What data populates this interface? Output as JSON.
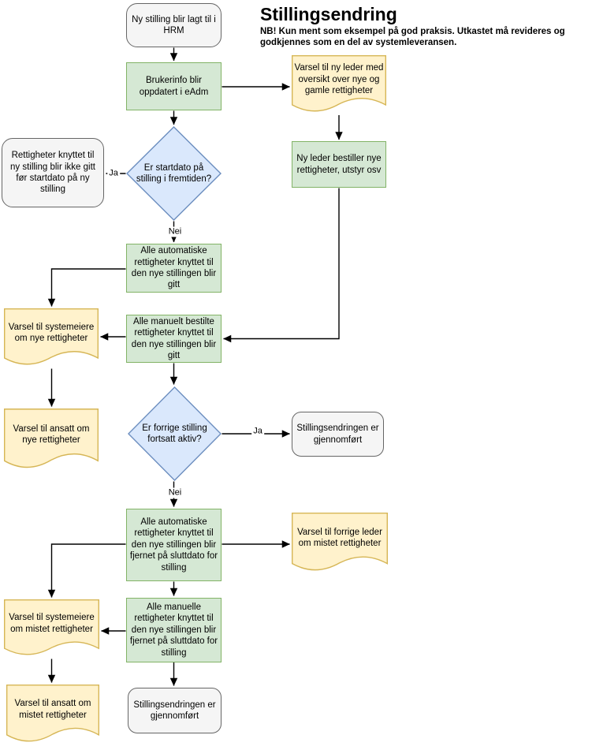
{
  "header": {
    "title": "Stillingsendring",
    "note_line1": "NB! Kun ment som eksempel på god praksis. Utkastet må revideres og",
    "note_line2": "godkjennes som en del av systemleveransen."
  },
  "nodes": {
    "start": {
      "type": "terminator",
      "label": "Ny stilling blir lagt til i HRM"
    },
    "brukerinfo": {
      "type": "process",
      "label": "Brukerinfo blir oppdatert i eAdm"
    },
    "varsel_ny_leder": {
      "type": "document",
      "label": "Varsel til ny leder med oversikt over nye og gamle rettigheter"
    },
    "ny_leder_bestiller": {
      "type": "process",
      "label": "Ny leder bestiller nye rettigheter, utstyr osv"
    },
    "decision_startdato": {
      "type": "decision",
      "label": "Er startdato på stilling i fremtiden?"
    },
    "rettigheter_ikke_gitt": {
      "type": "terminator",
      "label": "Rettigheter knyttet til ny stilling blir ikke gitt før startdato på ny stilling"
    },
    "auto_gitt": {
      "type": "process",
      "label": "Alle automatiske rettigheter knyttet til den nye stillingen blir gitt"
    },
    "manuelt_gitt": {
      "type": "process",
      "label": "Alle manuelt bestilte rettigheter knyttet til den nye stillingen blir gitt"
    },
    "varsel_systemeiere_nye": {
      "type": "document",
      "label": "Varsel til systemeiere om nye rettigheter"
    },
    "varsel_ansatt_nye": {
      "type": "document",
      "label": "Varsel til ansatt om nye rettigheter"
    },
    "decision_forrige": {
      "type": "decision",
      "label": "Er forrige stilling fortsatt aktiv?"
    },
    "gjennomfort_1": {
      "type": "terminator",
      "label": "Stillingsendringen er gjennomført"
    },
    "auto_fjernet": {
      "type": "process",
      "label": "Alle automatiske rettigheter knyttet til den nye stillingen blir fjernet på sluttdato for stilling"
    },
    "varsel_forrige_leder": {
      "type": "document",
      "label": "Varsel til forrige leder om mistet rettigheter"
    },
    "manuelle_fjernet": {
      "type": "process",
      "label": "Alle manuelle rettigheter knyttet til den nye stillingen blir fjernet på sluttdato for stilling"
    },
    "varsel_systemeiere_mistet": {
      "type": "document",
      "label": "Varsel til systemeiere om mistet rettigheter"
    },
    "varsel_ansatt_mistet": {
      "type": "document",
      "label": "Varsel til ansatt om mistet rettigheter"
    },
    "gjennomfort_2": {
      "type": "terminator",
      "label": "Stillingsendringen er gjennomført"
    }
  },
  "edge_labels": {
    "ja_1": "Ja",
    "nei_1": "Nei",
    "ja_2": "Ja",
    "nei_2": "Nei"
  },
  "colors": {
    "process_fill": "#d5e8d4",
    "process_stroke": "#82b366",
    "decision_fill": "#dae8fc",
    "decision_stroke": "#6c8ebf",
    "document_fill": "#fff2cc",
    "document_stroke": "#d6b656",
    "terminator_fill": "#f5f5f5",
    "terminator_stroke": "#666666",
    "edge": "#000000"
  }
}
